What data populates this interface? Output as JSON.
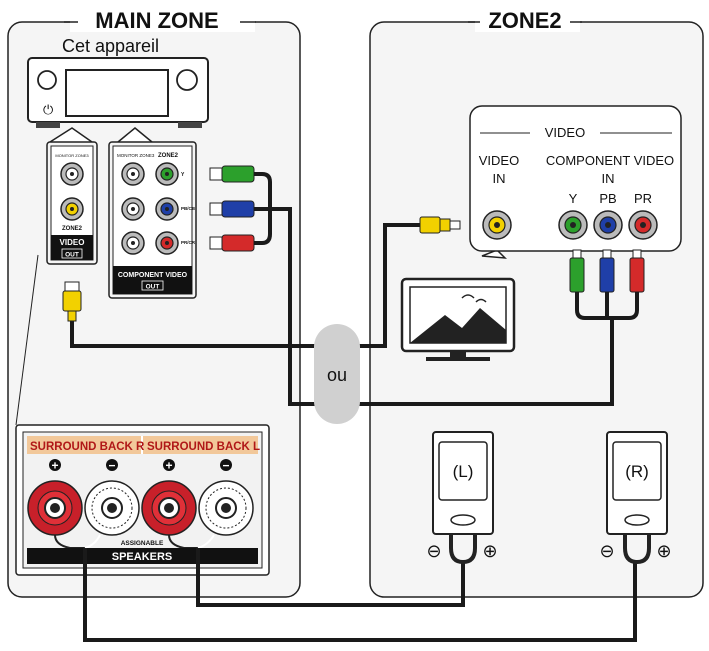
{
  "zones": {
    "main_title": "MAIN ZONE",
    "zone2_title": "ZONE2"
  },
  "device": {
    "label": "Cet appareil"
  },
  "video_out_panel": {
    "monitor": "MONITOR ZONE3",
    "zone": "ZONE2",
    "video": "VIDEO",
    "out": "OUT"
  },
  "component_panel": {
    "monitor": "MONITOR ZONE3",
    "zone": "ZONE2",
    "y": "Y",
    "pb": "PB/CB",
    "pr": "PR/CR",
    "title": "COMPONENT VIDEO",
    "out": "OUT"
  },
  "tv_panel": {
    "video_header": "VIDEO",
    "video_in_line1": "VIDEO",
    "video_in_line2": "IN",
    "component_line1": "COMPONENT VIDEO",
    "component_line2": "IN",
    "y": "Y",
    "pb": "PB",
    "pr": "PR"
  },
  "or_label": "ou",
  "speakers_panel": {
    "surround_back_r": "SURROUND BACK R",
    "surround_back_l": "SURROUND BACK L",
    "plus": "+",
    "minus": "−",
    "assignable": "ASSIGNABLE",
    "speakers": "SPEAKERS"
  },
  "speakers": {
    "left_label": "(L)",
    "right_label": "(R)",
    "minus_sign": "⊖",
    "plus_sign": "⊕"
  },
  "colors": {
    "green": "#2ca02c",
    "blue": "#1f3fa8",
    "red": "#d42a2a",
    "yellow": "#f2d100",
    "panel_grey": "#f2f2f2",
    "speaker_red": "#c8202a"
  }
}
